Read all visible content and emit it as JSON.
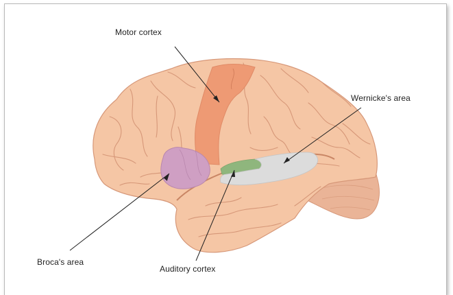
{
  "labels": {
    "motor_cortex": "Motor cortex",
    "wernickes_area": "Wernicke's area",
    "brocas_area": "Broca's area",
    "auditory_cortex": "Auditory cortex"
  },
  "colors": {
    "brain": "#f5c6a5",
    "sulcus": "#d69778",
    "cerebellum": "#eab497",
    "motor_cortex": "#ee9a74",
    "brocas_area": "#cf9fc3",
    "auditory_cortex": "#8fb67d",
    "wernickes_area": "#dcdcdc"
  }
}
